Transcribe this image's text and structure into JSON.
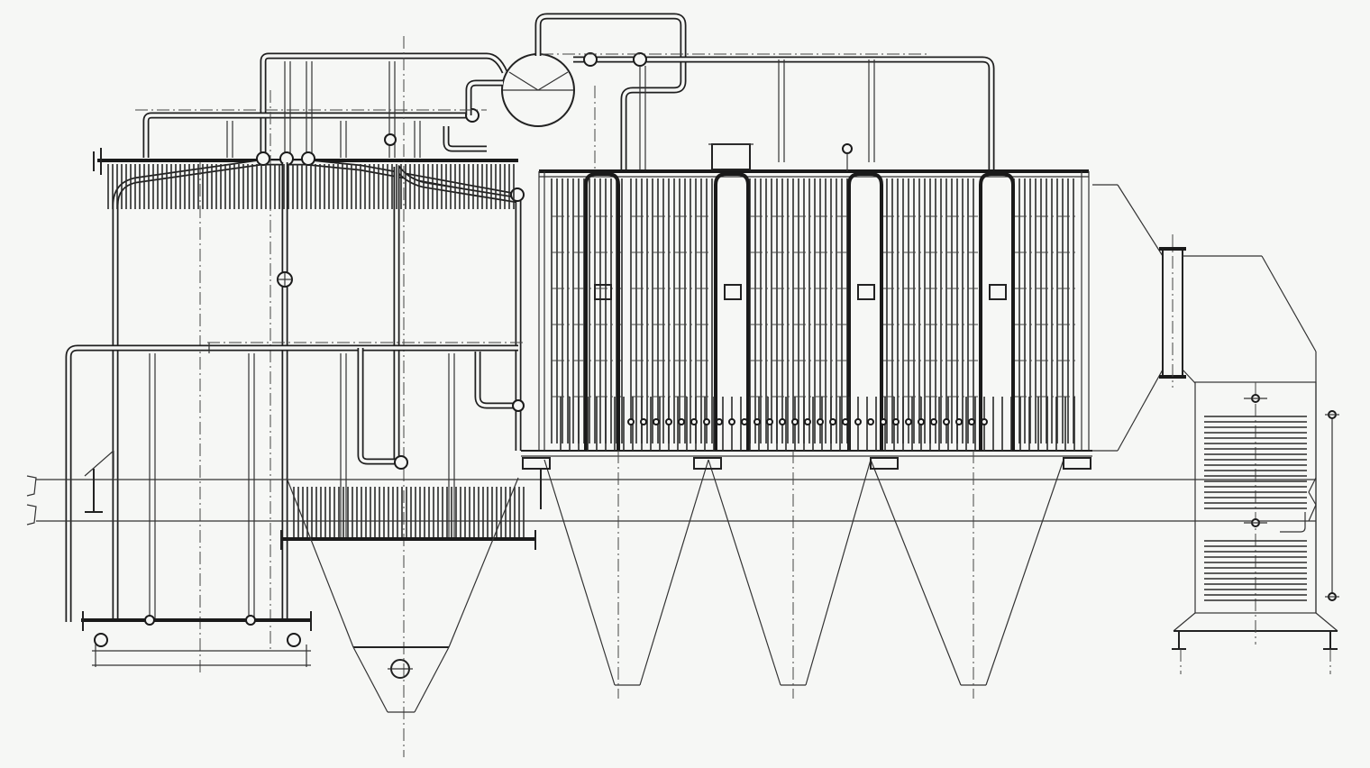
{
  "diagram": {
    "labels": [],
    "components": [
      {
        "name": "steam-drum",
        "icon": "drum-icon"
      },
      {
        "name": "furnace-chamber",
        "icon": "water-wall-icon"
      },
      {
        "name": "convection-pass-1"
      },
      {
        "name": "convection-pass-2"
      },
      {
        "name": "convection-pass-3"
      },
      {
        "name": "convection-pass-4"
      },
      {
        "name": "cyclone-hoppers"
      },
      {
        "name": "economizer-unit",
        "icon": "coil-bank-icon"
      },
      {
        "name": "slag-hopper"
      },
      {
        "name": "lower-headers"
      }
    ],
    "colors": {
      "line": "#1a1a1a",
      "paper": "#f6f7f5"
    }
  }
}
